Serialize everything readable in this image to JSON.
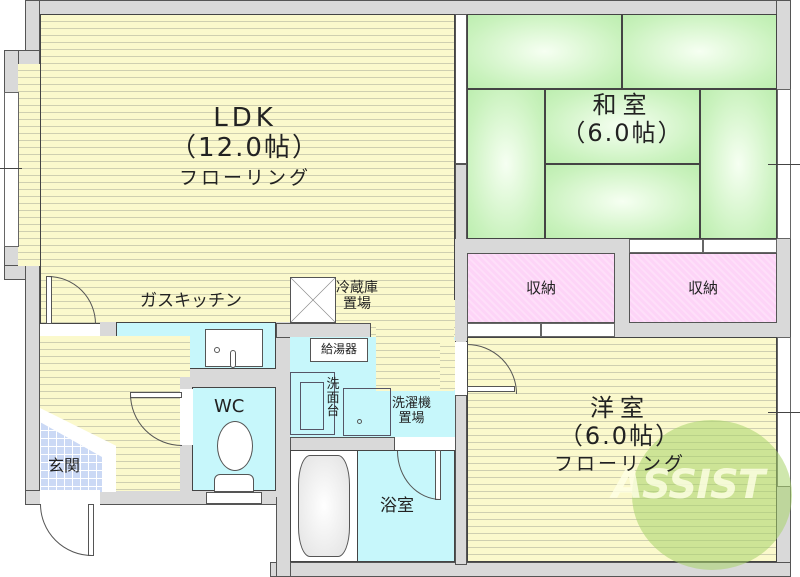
{
  "floorplan": {
    "rooms": {
      "ldk": {
        "name": "LDK",
        "size": "（12.0帖）",
        "floor": "フローリング"
      },
      "washitsu": {
        "name": "和室",
        "size": "（6.0帖）"
      },
      "youshitsu": {
        "name": "洋室",
        "size": "（6.0帖）",
        "floor": "フローリング"
      },
      "closet_left": {
        "name": "収納"
      },
      "closet_right": {
        "name": "収納"
      },
      "kitchen": {
        "name": "ガスキッチン"
      },
      "fridge": {
        "line1": "冷蔵庫",
        "line2": "置場"
      },
      "water_heater": {
        "name": "給湯器"
      },
      "washbasin": {
        "name": "洗面台"
      },
      "washer": {
        "line1": "洗濯機",
        "line2": "置場"
      },
      "wc": {
        "name": "WC"
      },
      "bath": {
        "name": "浴室"
      },
      "entrance": {
        "name": "玄関"
      }
    },
    "watermark": {
      "text": "ASSIST",
      "accent": "#e05050",
      "color": "#a8d46a"
    },
    "colors": {
      "floor": "#fbf9cc",
      "tatami": "#c9f2bd",
      "closet": "#fdd4f7",
      "wet_area": "#c7f7fb",
      "entrance_tile": "#cbd9f5",
      "wall": "#d9d9d9"
    }
  }
}
